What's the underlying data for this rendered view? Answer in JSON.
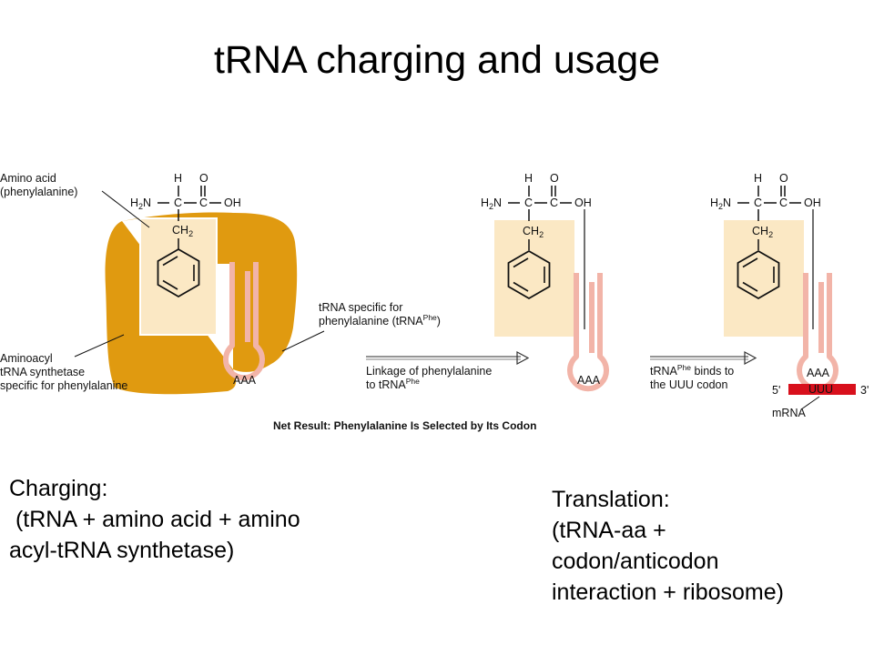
{
  "title": "tRNA charging and usage",
  "figure": {
    "labels": {
      "amino_acid": [
        "Amino acid",
        "(phenylalanine)"
      ],
      "synthetase": [
        "Aminoacyl",
        "tRNA synthetase",
        "specific for phenylalanine"
      ],
      "trna_specific": [
        "tRNA specific for",
        "phenylalanine (tRNA",
        "Phe",
        ")"
      ],
      "linkage": [
        "Linkage of phenylalanine",
        "to tRNA",
        "Phe"
      ],
      "binds": [
        "tRNA",
        "Phe",
        " binds to",
        "the UUU codon"
      ],
      "anticodon": "AAA",
      "codon": "UUU",
      "five_prime": "5'",
      "three_prime": "3'",
      "mrna": "mRNA",
      "net_result": "Net Result: Phenylalanine Is Selected by Its Codon"
    },
    "chem": {
      "h": "H",
      "o": "O",
      "h2n": "H",
      "h2n_sub": "2",
      "h2n_n": "N",
      "c": "C",
      "oh": "OH",
      "ch2": "CH",
      "ch2_sub": "2"
    },
    "colors": {
      "synthetase": "#E09A10",
      "highlight": "#FBE8C4",
      "trna": "#F2B4A8",
      "mrna": "#D8101C"
    }
  },
  "captions": {
    "left": [
      "Charging:",
      " (tRNA + amino acid + amino",
      "acyl-tRNA synthetase)"
    ],
    "right": [
      "Translation:",
      "(tRNA-aa +",
      "codon/anticodon",
      "interaction + ribosome)"
    ]
  }
}
